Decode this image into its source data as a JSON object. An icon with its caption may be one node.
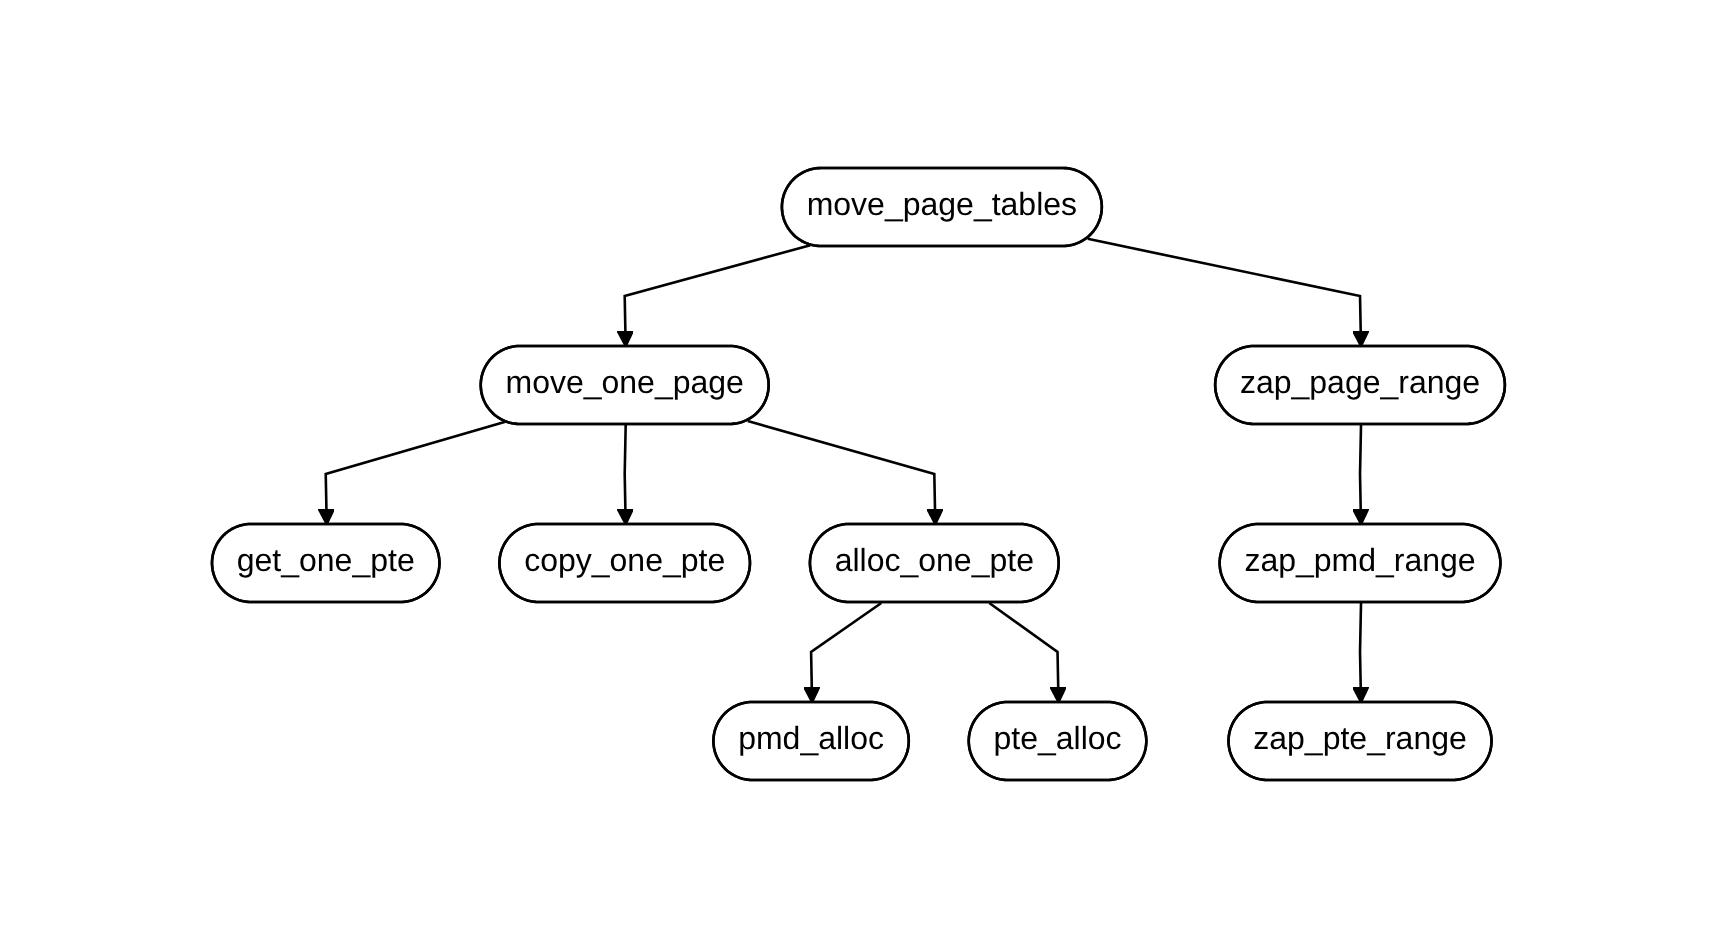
{
  "diagram": {
    "nodes": [
      {
        "text": [
          "move_page_tables"
        ]
      },
      {
        "text": [
          "move_one_page"
        ]
      },
      {
        "text": [
          "zap_page_range"
        ]
      },
      {
        "text": [
          "get_one_pte"
        ]
      },
      {
        "text": [
          "copy_one_pte"
        ]
      },
      {
        "text": [
          "alloc_one_pte"
        ]
      },
      {
        "text": [
          "zap_pmd_range"
        ]
      },
      {
        "text": [
          "pmd_alloc"
        ]
      },
      {
        "text": [
          "pte_alloc"
        ]
      },
      {
        "text": [
          "zap_pte_range"
        ]
      }
    ],
    "edges": [
      {
        "from": 0,
        "to": 1,
        "arrow": "to"
      },
      {
        "from": 0,
        "to": 2,
        "arrow": "to"
      },
      {
        "from": 1,
        "to": 3,
        "arrow": "to"
      },
      {
        "from": 1,
        "to": 4,
        "arrow": "to"
      },
      {
        "from": 1,
        "to": 5,
        "arrow": "to"
      },
      {
        "from": 2,
        "to": 6,
        "arrow": "to"
      },
      {
        "from": 5,
        "to": 7,
        "arrow": "to"
      },
      {
        "from": 5,
        "to": 8,
        "arrow": "to"
      },
      {
        "from": 6,
        "to": 9,
        "arrow": "to"
      }
    ]
  }
}
